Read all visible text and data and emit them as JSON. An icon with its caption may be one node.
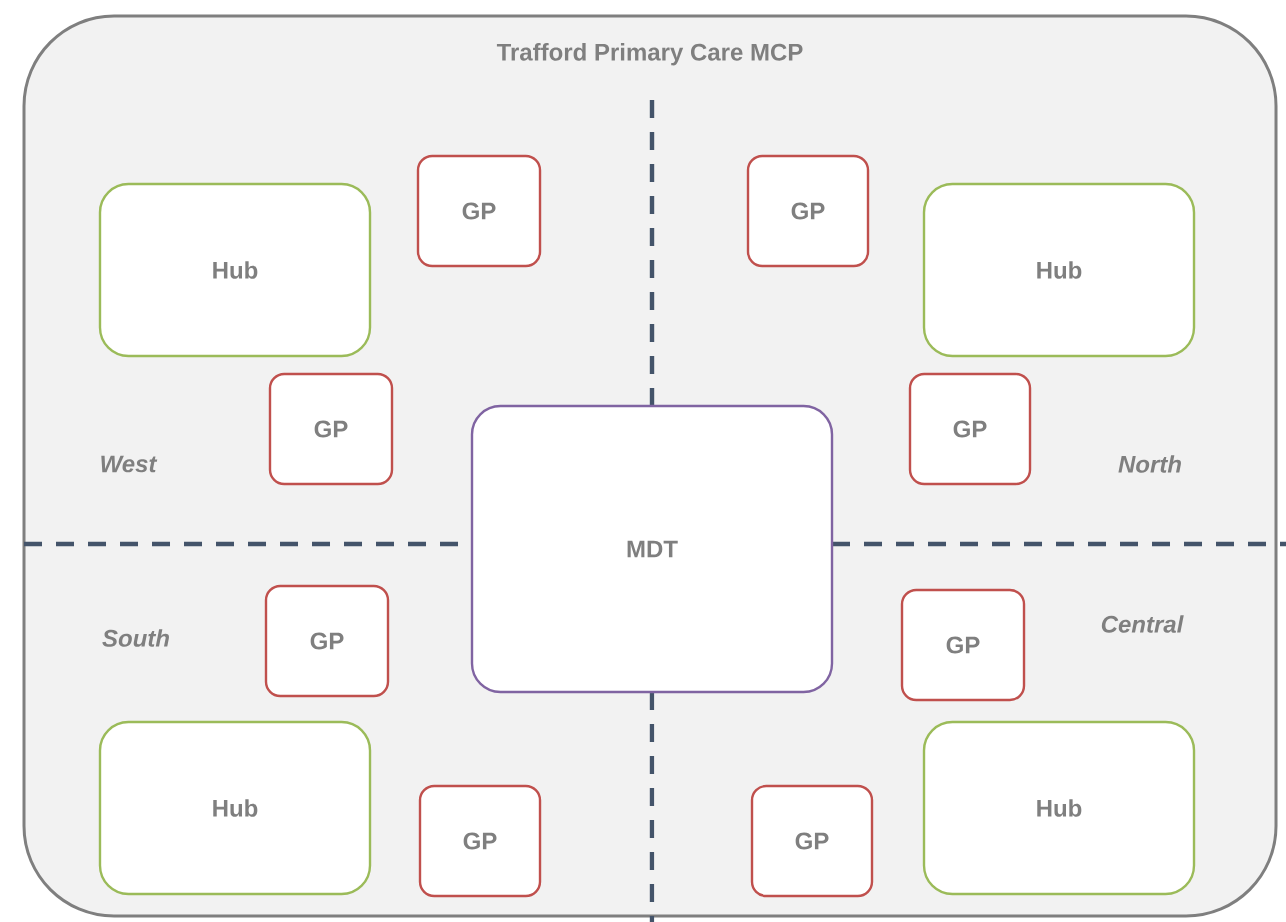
{
  "diagram": {
    "nodes": [
      {
        "text": [
          "Trafford Primary Care MCP"
        ]
      },
      {
        "text": [
          "Hub"
        ],
        "in": 0
      },
      {
        "text": [
          "GP"
        ],
        "in": 0
      },
      {
        "text": [
          "GP"
        ],
        "in": 0
      },
      {
        "text": [
          "Hub"
        ],
        "in": 0
      },
      {
        "text": [
          "GP"
        ],
        "in": 0
      },
      {
        "text": [
          "GP"
        ],
        "in": 0
      },
      {
        "text": [
          "MDT"
        ],
        "in": 0
      },
      {
        "text": [
          "GP"
        ],
        "in": 0
      },
      {
        "text": [
          "GP"
        ],
        "in": 0
      },
      {
        "text": [
          "Hub"
        ],
        "in": 0
      },
      {
        "text": [
          "GP"
        ],
        "in": 0
      },
      {
        "text": [
          "Hub"
        ],
        "in": 0
      },
      {
        "text": [
          "GP"
        ],
        "in": 0
      }
    ],
    "labels": [
      "West",
      "North",
      "South",
      "Central"
    ]
  }
}
